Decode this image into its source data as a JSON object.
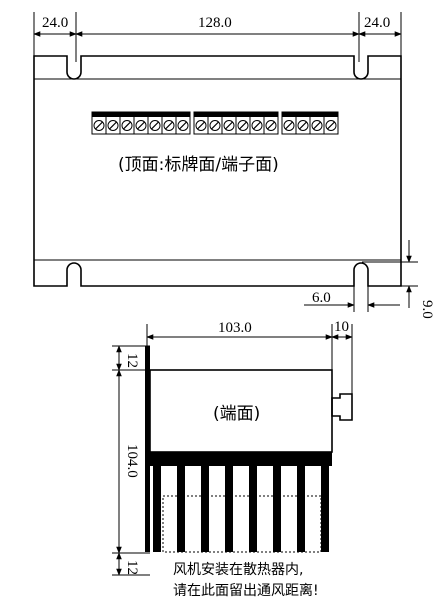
{
  "top_view": {
    "dims": {
      "left_margin": "24.0",
      "span": "128.0",
      "right_margin": "24.0",
      "hole_offset": "6.0",
      "edge_offset": "9.0"
    },
    "caption": "(顶面:标牌面/端子面)",
    "terminal_groups": [
      7,
      6,
      4
    ]
  },
  "end_view": {
    "dims": {
      "length": "103.0",
      "tab": "10",
      "height": "104.0",
      "top_gap": "12",
      "bottom_gap": "12"
    },
    "caption": "(端面)",
    "fin_count": 8
  },
  "note": {
    "line1": "风机安装在散热器内,",
    "line2": "请在此面留出通风距离!"
  }
}
